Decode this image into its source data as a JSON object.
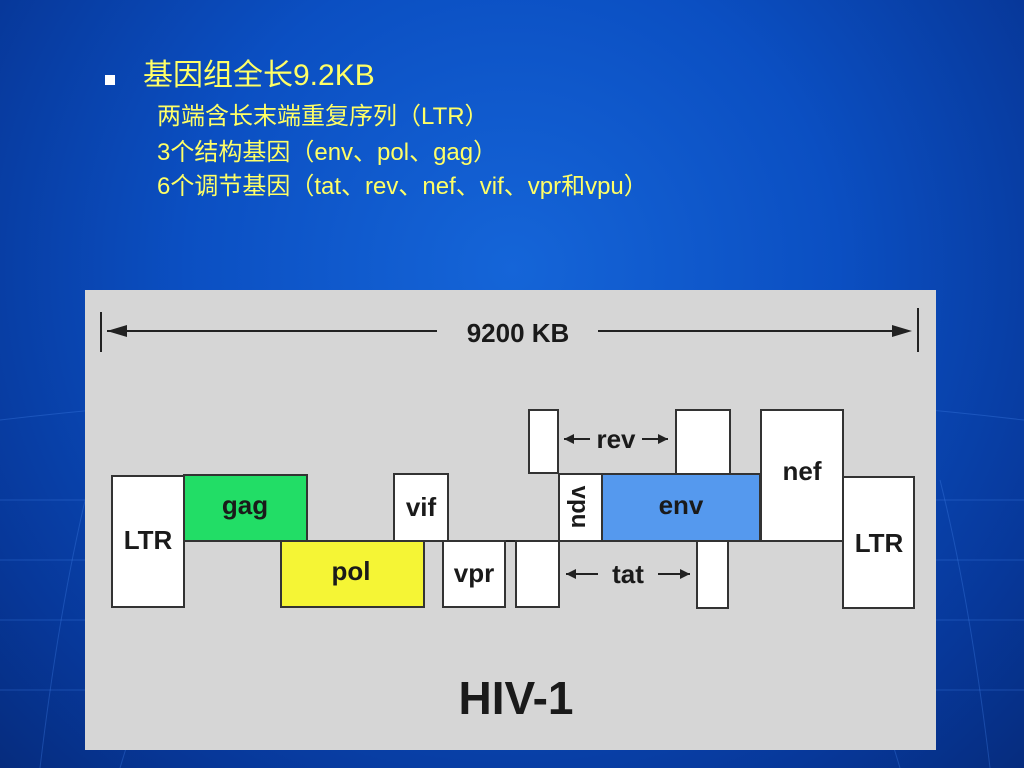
{
  "slide": {
    "heading": "基因组全长9.2KB",
    "lines": [
      "两端含长末端重复序列（LTR）",
      "3个结构基因（env、pol、gag）",
      "6个调节基因（tat、rev、nef、vif、vpr和vpu）"
    ]
  },
  "figure": {
    "length_label": "9200 KB",
    "title": "HIV-1",
    "genes": {
      "ltr_left": "LTR",
      "gag": "gag",
      "pol": "pol",
      "vif": "vif",
      "vpr": "vpr",
      "vpu": "vpu",
      "env": "env",
      "nef": "nef",
      "ltr_right": "LTR",
      "rev": "rev",
      "tat": "tat"
    },
    "colors": {
      "gag": "#22dd66",
      "pol": "#f5f535",
      "env": "#5599ee"
    }
  }
}
